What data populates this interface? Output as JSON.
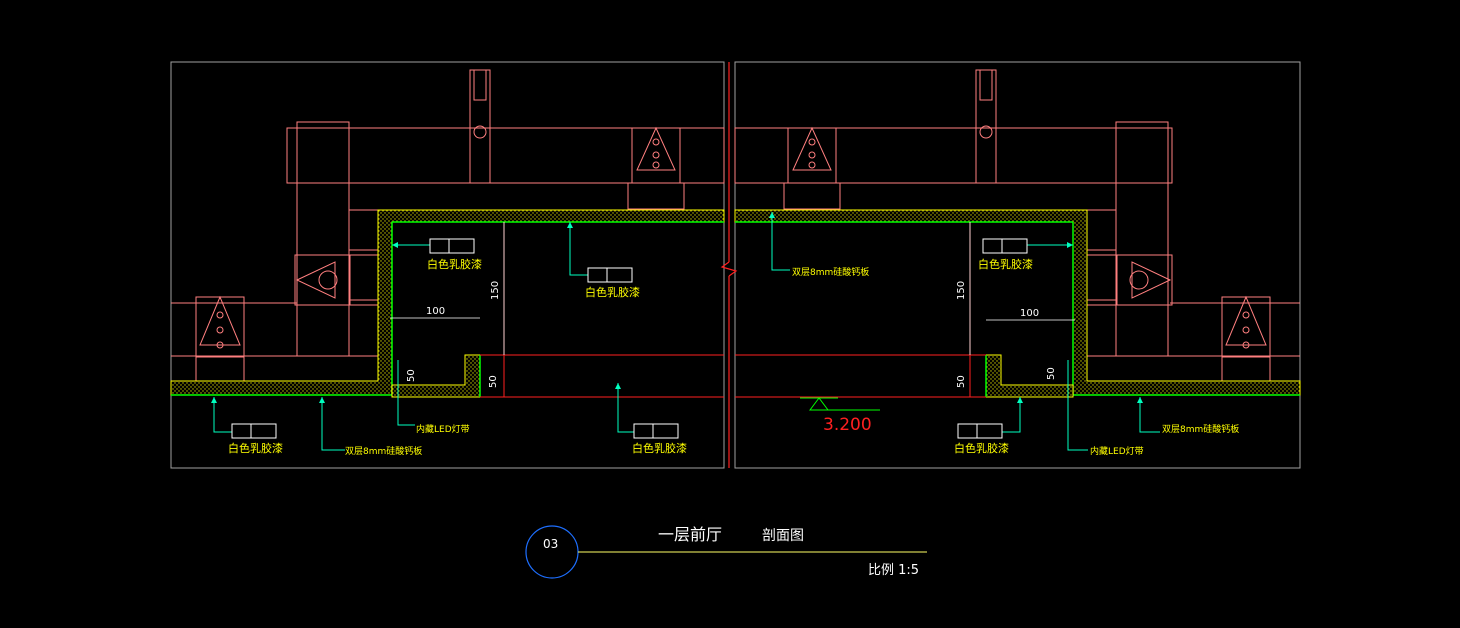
{
  "labels": {
    "white_paint": "白色乳胶漆",
    "double_board": "双层8mm硅酸钙板",
    "led_strip": "内藏LED灯带"
  },
  "dimensions": {
    "d150": "150",
    "d100": "100",
    "d50": "50"
  },
  "elevation": "3.200",
  "title_block": {
    "number": "03",
    "title": "一层前厅",
    "subtitle": "剖面图",
    "scale": "比例 1:5"
  },
  "colors": {
    "background": "#000000",
    "structure": "#ff7f7f",
    "section_line": "#ff2020",
    "label_text": "#ffff00",
    "leader": "#00ffbf",
    "board": "#00ff00",
    "frame": "#c0c0c0",
    "circle": "#1e6fff"
  }
}
